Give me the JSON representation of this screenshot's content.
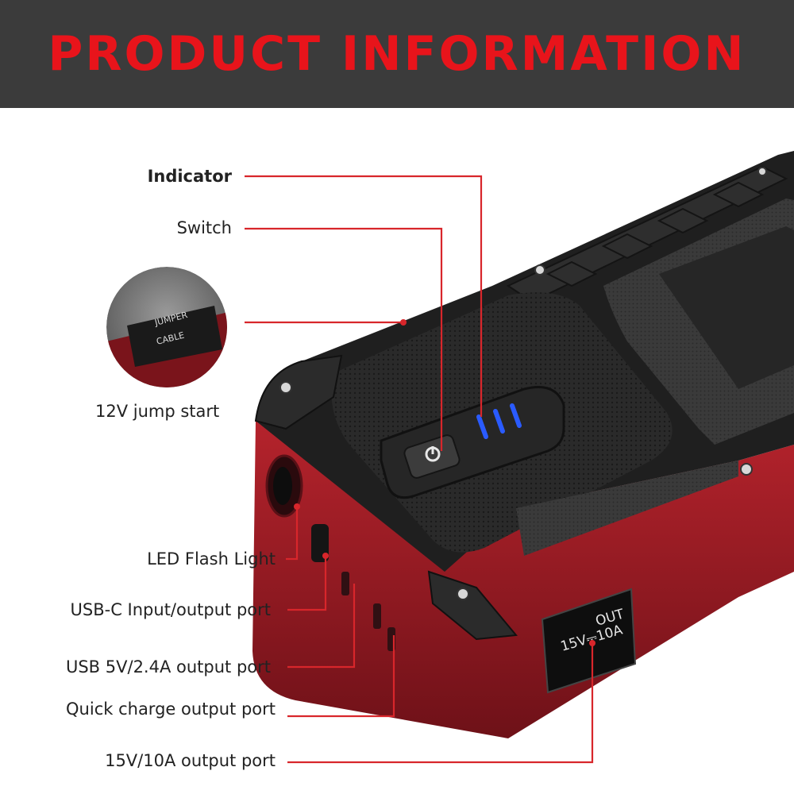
{
  "header": {
    "title": "PRODUCT INFORMATION",
    "title_color": "#e8141b",
    "background": "#3b3b3b"
  },
  "labels": {
    "indicator": "Indicator",
    "switch": "Switch",
    "jump_start": "12V jump start",
    "led": "LED Flash Light",
    "usbc": "USB-C Input/output port",
    "usb": "USB 5V/2.4A output port",
    "quick": "Quick charge output port",
    "out_port": "15V/10A output port"
  },
  "device": {
    "inset_text_1": "JUMPER",
    "inset_text_2": "CABLE",
    "out_text_1": "OUT",
    "out_text_2": "15V⎓10A"
  },
  "colors": {
    "leader_line": "#d8262b",
    "shell_red": "#9c1b24",
    "shell_black": "#1f1f1f",
    "indicator_led": "#2a5bff"
  }
}
